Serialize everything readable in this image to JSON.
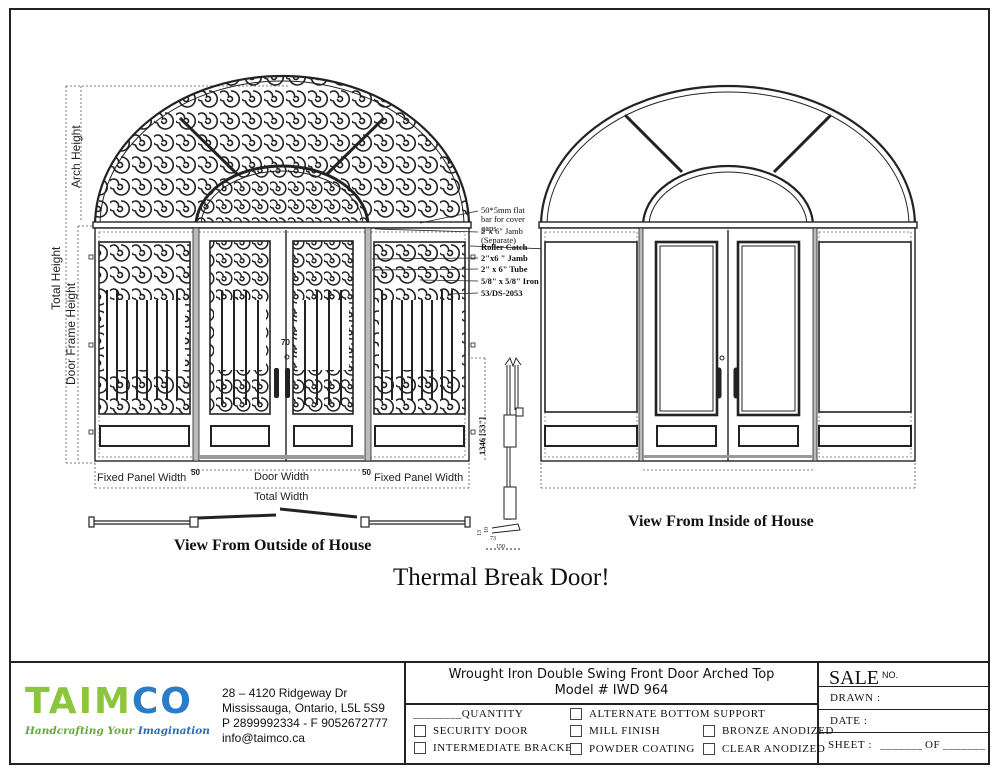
{
  "drawing": {
    "title": "Thermal Break Door!",
    "outside_view": {
      "caption": "View From Outside of House",
      "dimension_labels": {
        "arch_height": "Arch Height",
        "total_height": "Total Height",
        "door_frame_height": "Door Frame Height",
        "fixed_panel_width_left": "Fixed Panel Width",
        "door_width": "Door Width",
        "fixed_panel_width_right": "Fixed Panel Width",
        "total_width": "Total Width",
        "gap_left": "50",
        "gap_right": "50",
        "handle_gap": "70"
      },
      "callouts": [
        "50*5mm flat bar for cover gaps",
        "2\"x 6\" Jamb (Separate)",
        "Roller Catch",
        "2\"x6 \" Jamb",
        "2\" x 6\" Tube",
        "5/8\" x 5/8\" Iron",
        "53/DS-2053"
      ]
    },
    "section_view": {
      "height_label": "1346 [53\"]",
      "bottom_dims": [
        "13",
        "10",
        "73",
        "150"
      ]
    },
    "inside_view": {
      "caption": "View From Inside of House"
    }
  },
  "title_block": {
    "company": {
      "logo_part1": "TAIM",
      "logo_part2": "CO",
      "tagline_part1": "Handcrafting Your ",
      "tagline_part2": "Imagination",
      "address_line1": "28 – 4120 Ridgeway Dr",
      "address_line2": "Mississauga, Ontario, L5L 5S9",
      "phone_fax": "P 2899992334 - F 9052672777",
      "email": "info@taimco.ca"
    },
    "product": {
      "title": "Wrought Iron Double Swing Front Door Arched Top",
      "model": "Model # IWD 964"
    },
    "options": {
      "quantity_label": "________QUANTITY",
      "security_door": "SECURITY DOOR",
      "intermediate_bracket": "INTERMEDIATE BRACKET",
      "alternate_bottom_support": "ALTERNATE BOTTOM SUPPORT",
      "mill_finish": "MILL FINISH",
      "powder_coating": "POWDER COATING",
      "bronze_anodized": "BRONZE ANODIZED",
      "clear_anodized": "CLEAR ANODIZED"
    },
    "sale": {
      "label": "SALE",
      "no_label": "NO.",
      "drawn_label": "DRAWN :",
      "date_label": "DATE :",
      "sheet_label": "SHEET :",
      "sheet_blank": "_______",
      "of_label": "OF",
      "of_blank": "_______"
    }
  }
}
